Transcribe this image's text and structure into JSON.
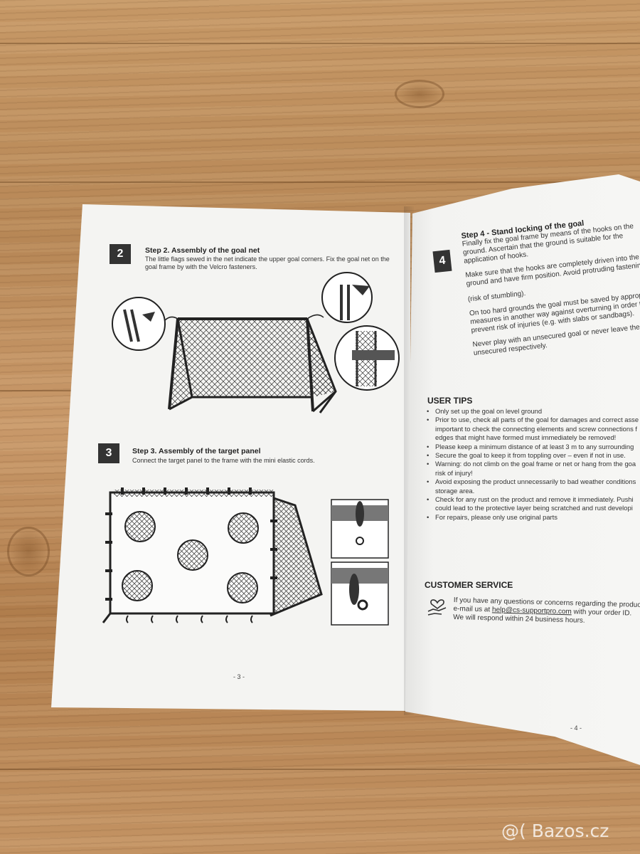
{
  "left_page": {
    "step2": {
      "number": "2",
      "title": "Step 2. Assembly of the goal net",
      "lines": [
        "The little flags sewed in the net indicate the upper goal corners. Fix the goal net on the",
        "goal frame by with the Velcro fasteners."
      ]
    },
    "step3": {
      "number": "3",
      "title": "Step 3. Assembly of the target panel",
      "lines": [
        "Connect the target panel to the frame with the mini elastic cords."
      ]
    },
    "page_number": "- 3 -"
  },
  "right_page": {
    "step4": {
      "number": "4",
      "title": "Step 4 - Stand locking of the goal",
      "lines": [
        "Finally fix the goal frame by means of the hooks on the",
        "ground. Ascertain that the ground is suitable for the",
        "application of hooks.",
        "Make sure that the hooks are completely driven into the",
        "ground and have firm position. Avoid protruding fastenings",
        "(risk of stumbling).",
        "On too hard grounds the goal must be saved by appropriate",
        "measures in another way against overturning in order to",
        "prevent risk of injuries (e.g. with slabs or sandbags).",
        "Never play with an unsecured goal or never leave the goal",
        "unsecured respectively."
      ]
    },
    "user_tips": {
      "title": "USER TIPS",
      "items": [
        {
          "text": "Only set up the goal on level ground",
          "cont": []
        },
        {
          "text": "Prior to use, check all parts of the goal for damages and correct asse",
          "cont": [
            "important to check the connecting elements and screw connections f",
            "edges that might have formed must immediately be removed!"
          ]
        },
        {
          "text": "Please keep a minimum distance of at least 3 m to any surrounding",
          "cont": []
        },
        {
          "text": "Secure the goal to keep it from toppling over – even if not in use.",
          "cont": []
        },
        {
          "text": "Warning: do not climb on the goal frame or net or hang from the goa",
          "cont": [
            "risk of injury!"
          ]
        },
        {
          "text": "Avoid exposing the product unnecessarily to bad weather conditions",
          "cont": [
            "storage area."
          ]
        },
        {
          "text": "Check for any rust on the product and remove it immediately. Pushi",
          "cont": [
            "could lead to the protective layer being scratched and rust developi"
          ]
        },
        {
          "text": "For repairs, please only use original parts",
          "cont": []
        }
      ]
    },
    "customer_service": {
      "title": "CUSTOMER SERVICE",
      "line1": "If you have any questions or concerns regarding the product",
      "line2_prefix": "e-mail us at ",
      "email": "help@cs-supportpro.com",
      "line2_suffix": " with your order ID.",
      "line3": "We will respond within 24 business hours."
    },
    "page_number": "- 4 -"
  },
  "watermark": "@( Bazos.cz"
}
